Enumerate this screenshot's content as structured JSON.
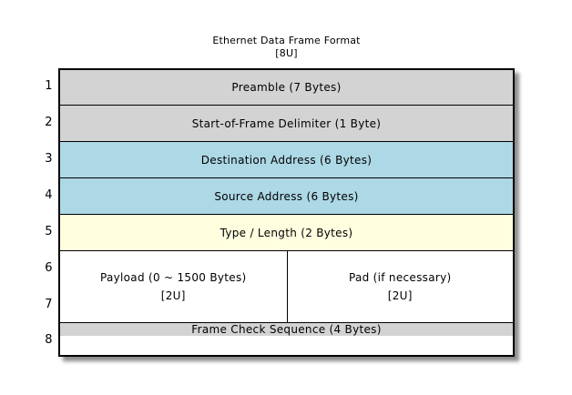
{
  "title": {
    "line1": "Ethernet Data Frame Format",
    "line2": "[8U]"
  },
  "colors": {
    "gray": "#d3d3d3",
    "blue": "#add8e6",
    "yellow": "#ffffe0",
    "white": "#ffffff",
    "border": "#000000",
    "text": "#000000"
  },
  "frame": {
    "rows": [
      {
        "number": "1",
        "label": "Preamble (7 Bytes)",
        "color": "gray"
      },
      {
        "number": "2",
        "label": "Start-of-Frame Delimiter (1 Byte)",
        "color": "gray"
      },
      {
        "number": "3",
        "label": "Destination Address (6 Bytes)",
        "color": "blue"
      },
      {
        "number": "4",
        "label": "Source Address (6 Bytes)",
        "color": "blue"
      },
      {
        "number": "5",
        "label": "Type / Length (2 Bytes)",
        "color": "yellow"
      },
      {
        "numbers": [
          "6",
          "7"
        ],
        "color": "white",
        "cells": [
          {
            "line1": "Payload (0 ~ 1500 Bytes)",
            "line2": "[2U]"
          },
          {
            "line1": "Pad (if necessary)",
            "line2": "[2U]"
          }
        ]
      },
      {
        "number": "8",
        "label": "Frame Check Sequence (4 Bytes)",
        "color": "gray"
      }
    ]
  }
}
